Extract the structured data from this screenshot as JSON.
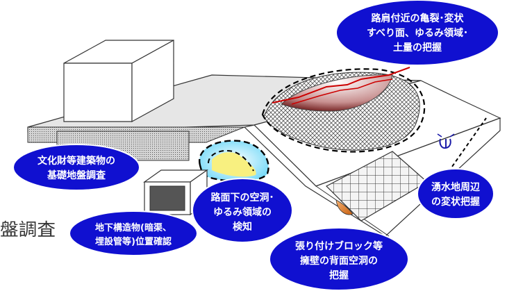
{
  "cut_text": "盤調査",
  "callouts": {
    "top_right": [
      "路肩付近の亀裂･変状",
      "すべり面、ゆるみ領域･",
      "土量の把握"
    ],
    "cultural": [
      "文化財等建築物の",
      "基礎地盤調査"
    ],
    "cavity": [
      "路面下の空洞･",
      "ゆるみ領域の",
      "検知"
    ],
    "underground": [
      "地下構造物(暗渠、",
      "埋設管等)位置確認"
    ],
    "spring": [
      "湧水地周辺",
      "の変状把握"
    ],
    "retaining": [
      "張り付けブロック等",
      "擁壁の背面空洞の",
      "把握"
    ]
  },
  "colors": {
    "callout_fill": "#1010d0",
    "callout_text": "#ffffff",
    "crack_red": "#cc0000",
    "cavity_blue": "#70d8f8",
    "cavity_yellow": "#f8f080"
  },
  "icons": [
    "spring-symbol-icon"
  ]
}
